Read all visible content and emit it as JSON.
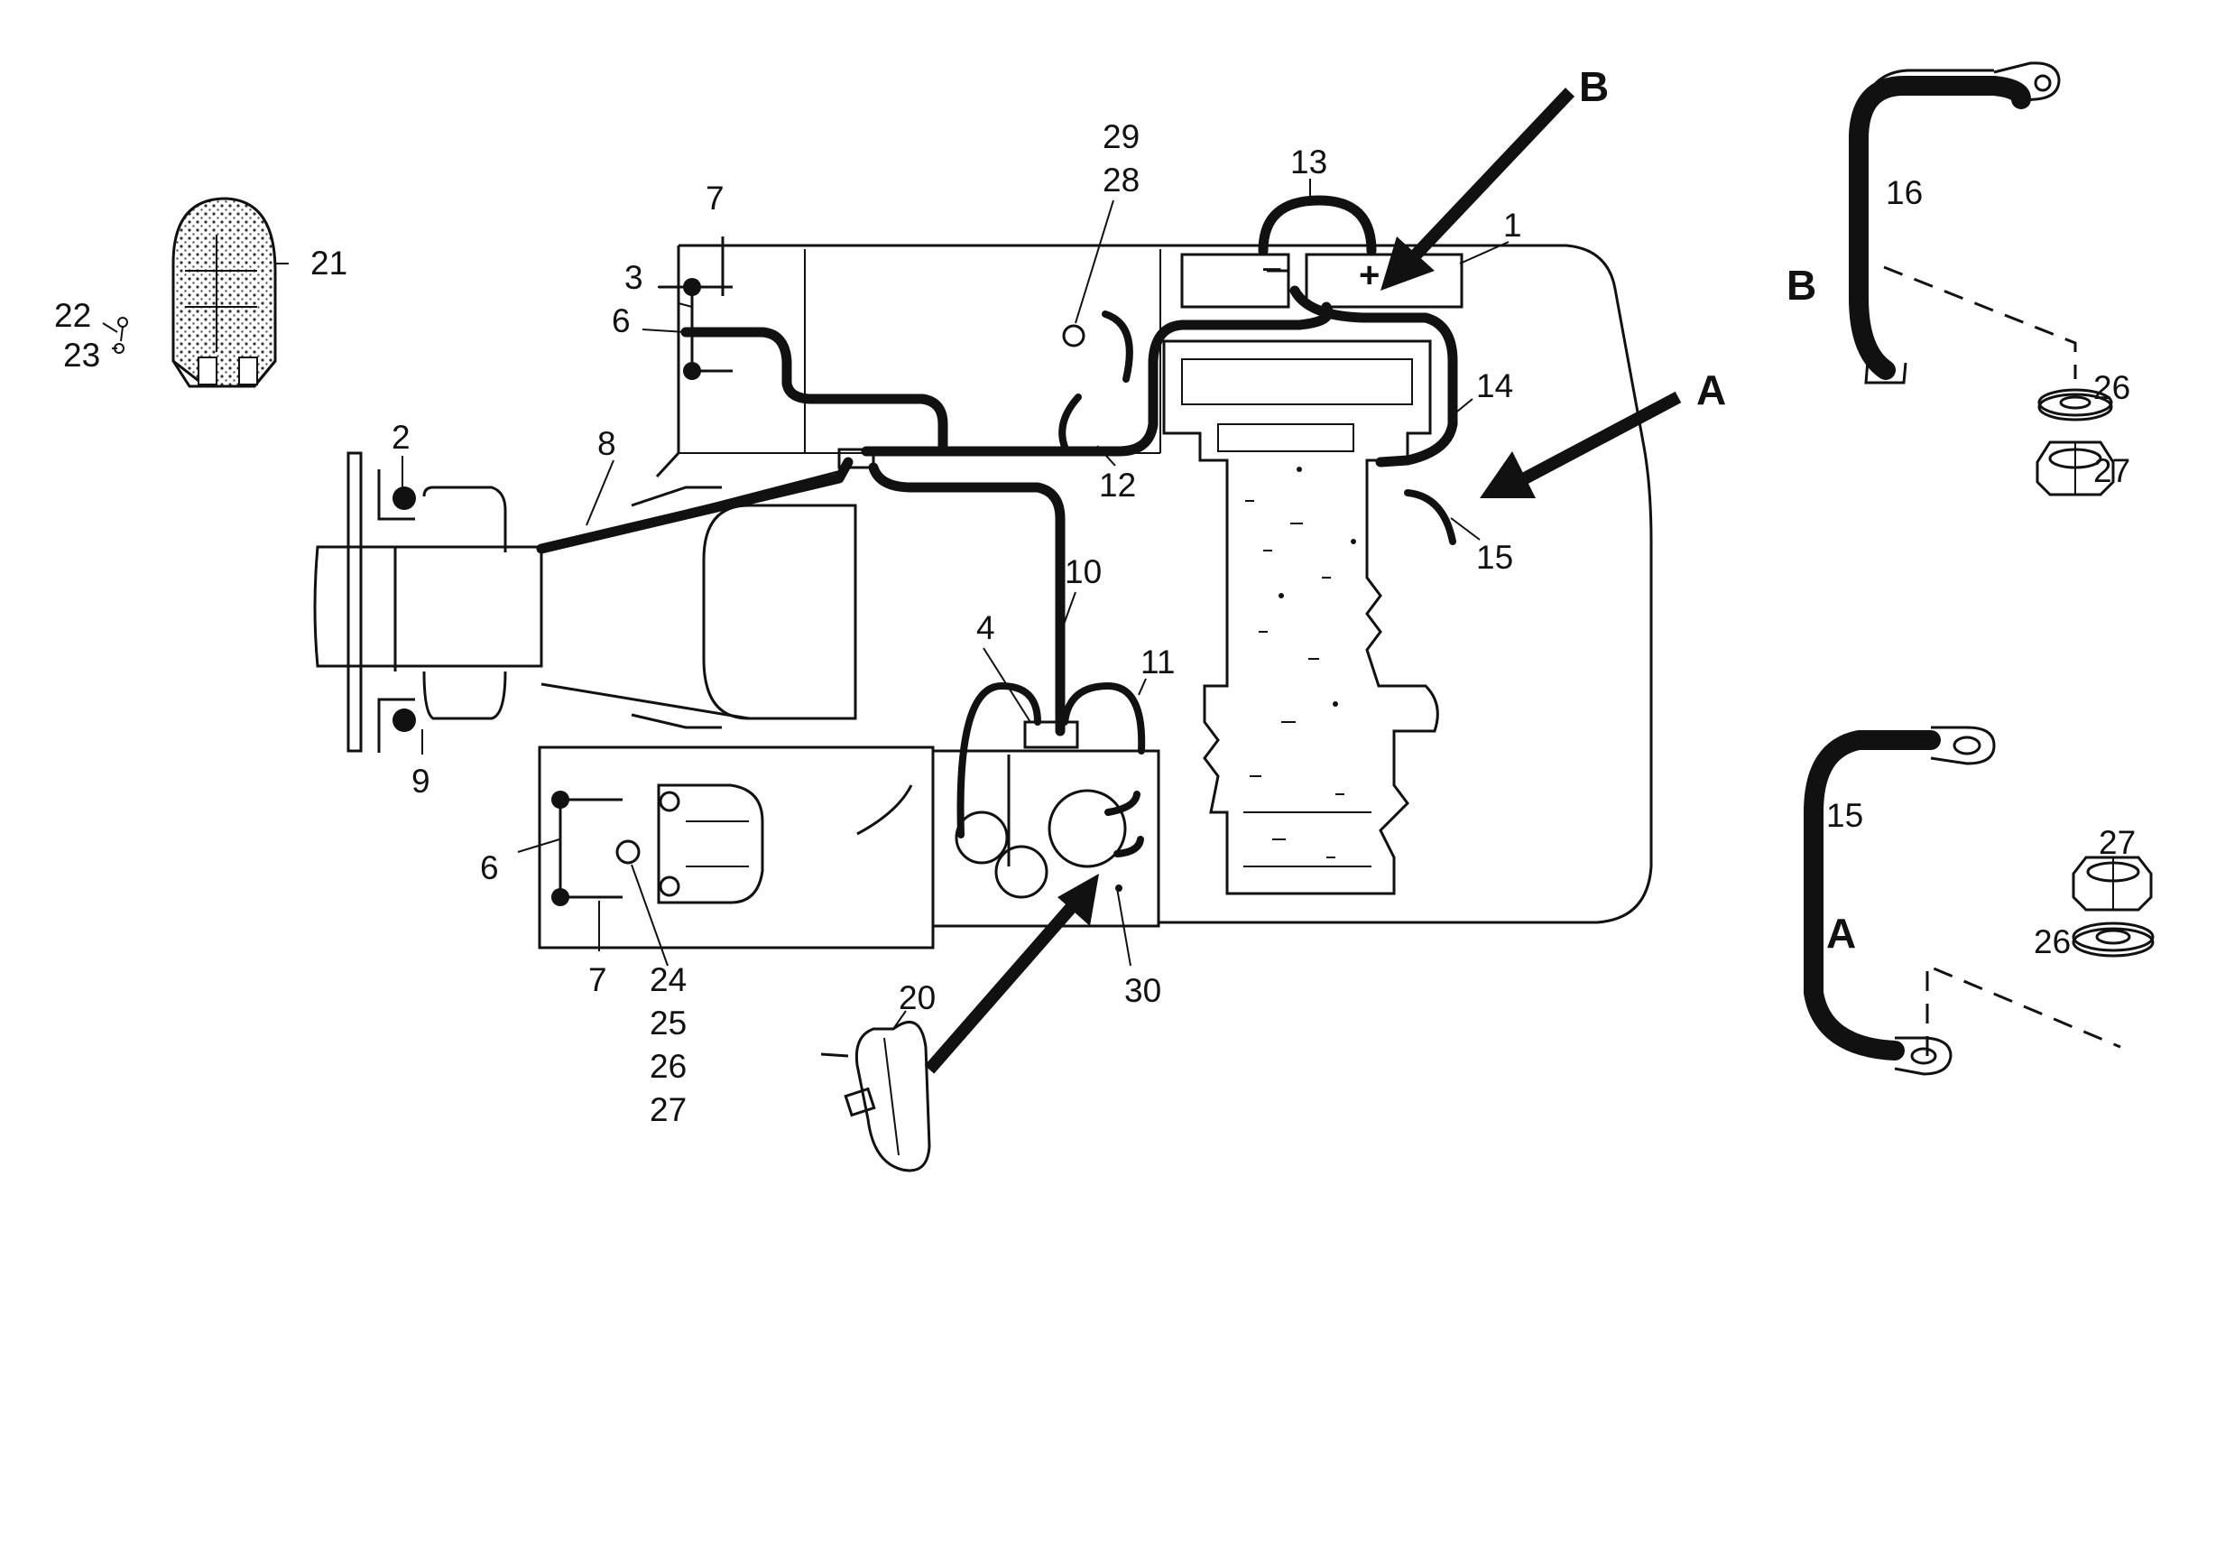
{
  "callouts": {
    "n1": "1",
    "n2": "2",
    "n3": "3",
    "n4": "4",
    "n6a": "6",
    "n6b": "6",
    "n7a": "7",
    "n7b": "7",
    "n8": "8",
    "n9": "9",
    "n10": "10",
    "n11": "11",
    "n12": "12",
    "n13": "13",
    "n14": "14",
    "n15a": "15",
    "n15b": "15",
    "n16": "16",
    "n20": "20",
    "n21": "21",
    "n22": "22",
    "n23": "23",
    "n24": "24",
    "n25": "25",
    "n26a": "26",
    "n26b": "26",
    "n26c": "26",
    "n27a": "27",
    "n27b": "27",
    "n27c": "27",
    "n28": "28",
    "n29": "29",
    "n30": "30"
  },
  "view_letters": {
    "a_main": "A",
    "a_detail": "A",
    "b_main": "B",
    "b_detail": "B"
  },
  "battery_terminals": {
    "negative": "−",
    "positive": "+"
  }
}
